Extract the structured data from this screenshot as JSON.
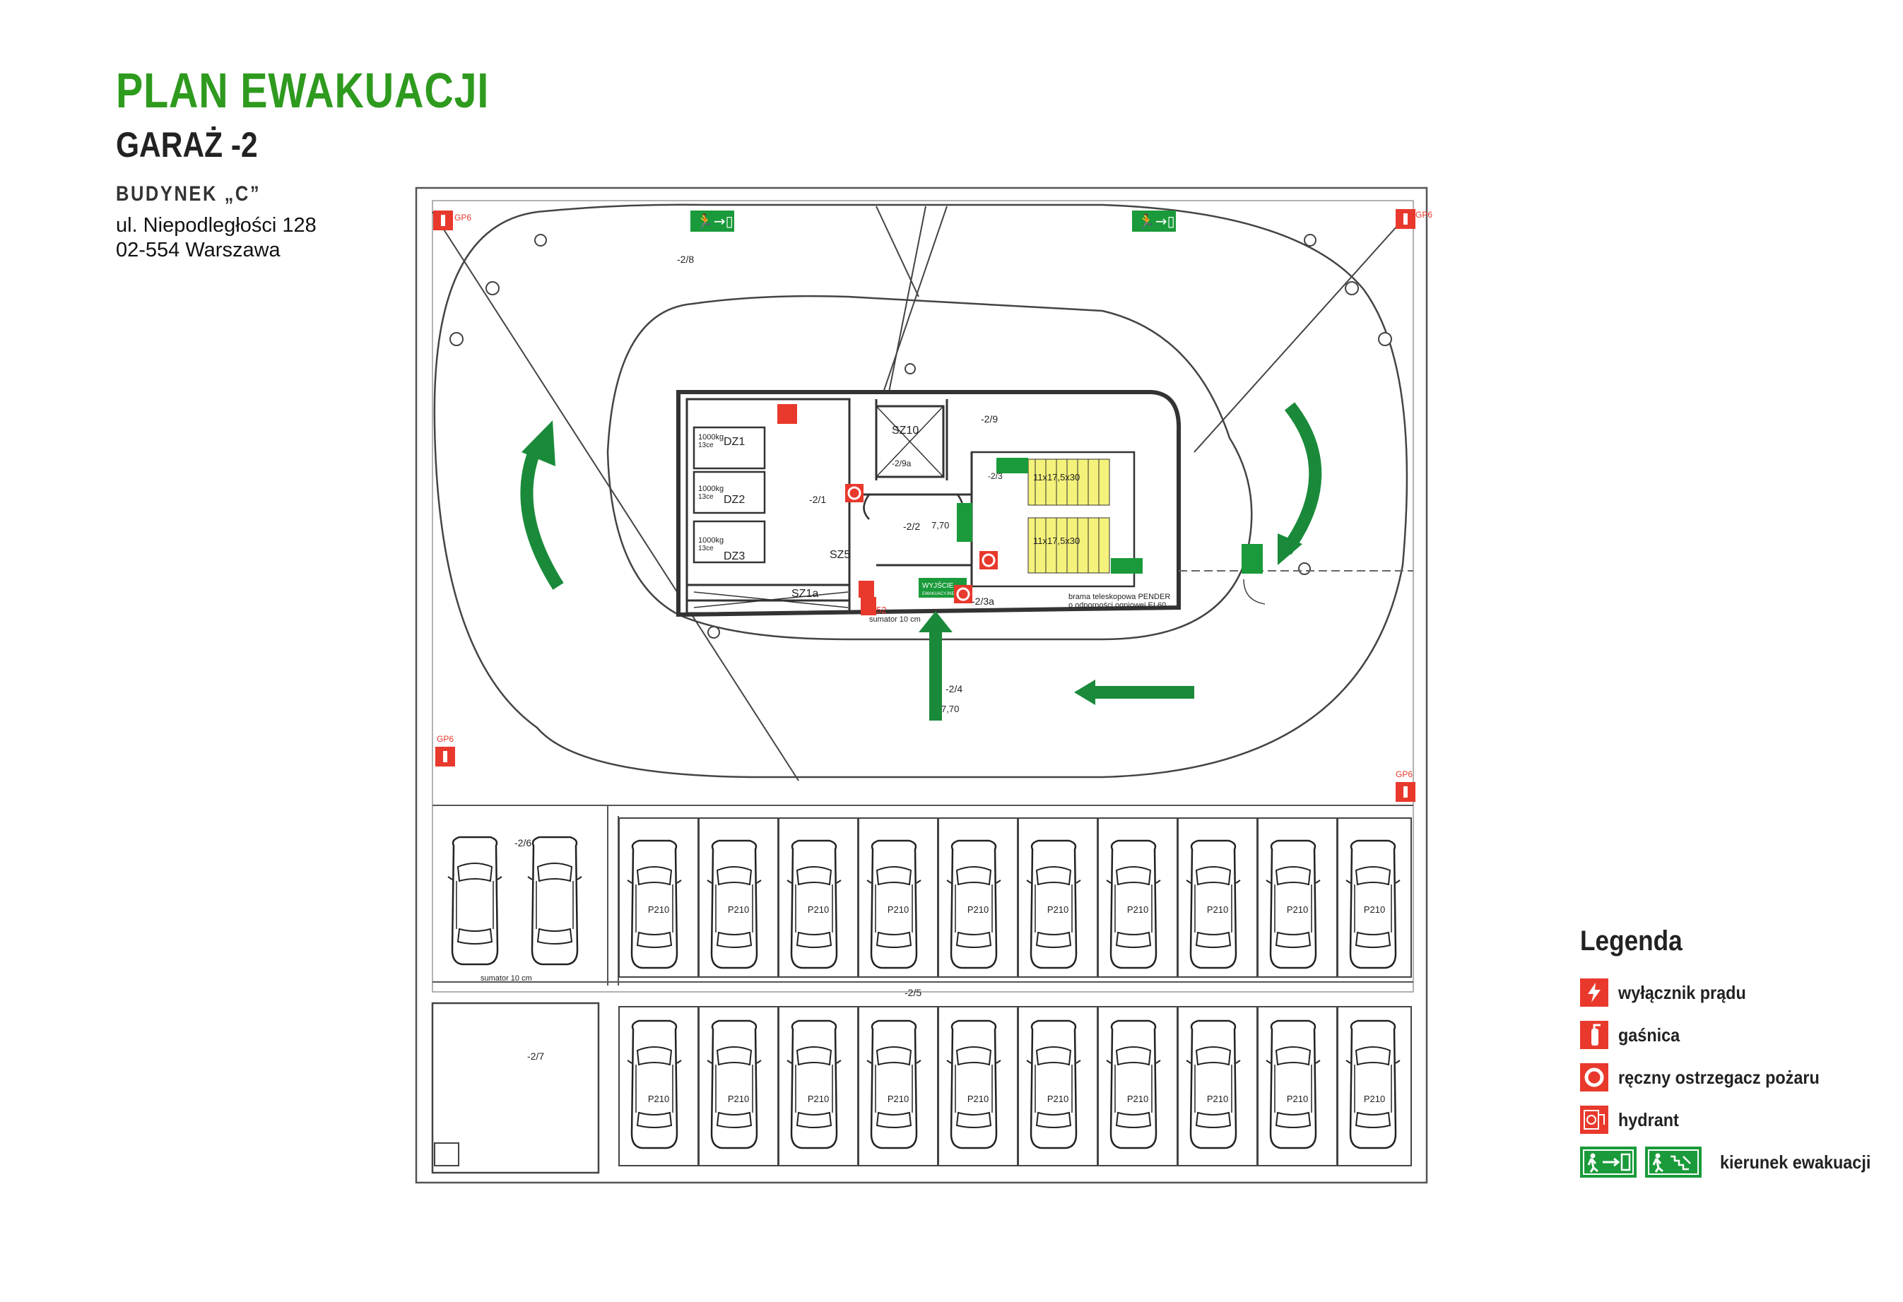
{
  "header": {
    "title": "PLAN EWAKUACJI",
    "subtitle": "GARAŻ -2",
    "building": "BUDYNEK „C”",
    "street": "ul. Niepodległości 128",
    "city": "02-554 Warszawa"
  },
  "plan": {
    "rooms": {
      "r28": "-2/8",
      "r29": "-2/9",
      "r21": "-2/1",
      "r22": "-2/2",
      "r23": "-2/3",
      "r26": "-2/6",
      "r25": "-2/5",
      "r27": "-2/7",
      "r24": "-2/4",
      "r29a": "-2/9a",
      "r23a": "-2/3a"
    },
    "storage": [
      {
        "id": "DZ1",
        "capacity": "1000kg",
        "note": "13ce"
      },
      {
        "id": "DZ2",
        "capacity": "1000kg",
        "note": "13ce"
      },
      {
        "id": "DZ3",
        "capacity": "1000kg",
        "note": "13ce"
      }
    ],
    "labels": {
      "sz10": "SZ10",
      "sz5": "SZ5",
      "sz1a": "SZ1a",
      "stairs_top": "11x17,5x30",
      "stairs_bottom": "11x17,5x30",
      "level_1": "7,70",
      "level_2": "7,70",
      "gate": "brama teleskopowa PENDER",
      "gate_note": "o odporności ogniowej EI 60",
      "curb_1": "sumator 10 cm",
      "curb_2": "sumator 10 cm",
      "exit_sign": "WYJŚCIE",
      "exit_sub": "EWAKUACYJNE",
      "gp6": "GP6",
      "hydrant_no": "52"
    },
    "parking_label": "P210",
    "parking_top_count": 10,
    "parking_bottom_count": 10
  },
  "legend": {
    "title": "Legenda",
    "items": [
      {
        "icon": "power-switch-icon",
        "label": "wyłącznik prądu"
      },
      {
        "icon": "fire-extinguisher-icon",
        "label": "gaśnica"
      },
      {
        "icon": "fire-alarm-icon",
        "label": "ręczny ostrzegacz pożaru"
      },
      {
        "icon": "hydrant-icon",
        "label": "hydrant"
      },
      {
        "icon": "evacuation-direction-icon",
        "label": "kierunek ewakuacji"
      }
    ]
  },
  "colors": {
    "title_green": "#2e9a1e",
    "arrow_green": "#1a8a3a",
    "sign_red": "#e8392c",
    "line": "#444444"
  }
}
